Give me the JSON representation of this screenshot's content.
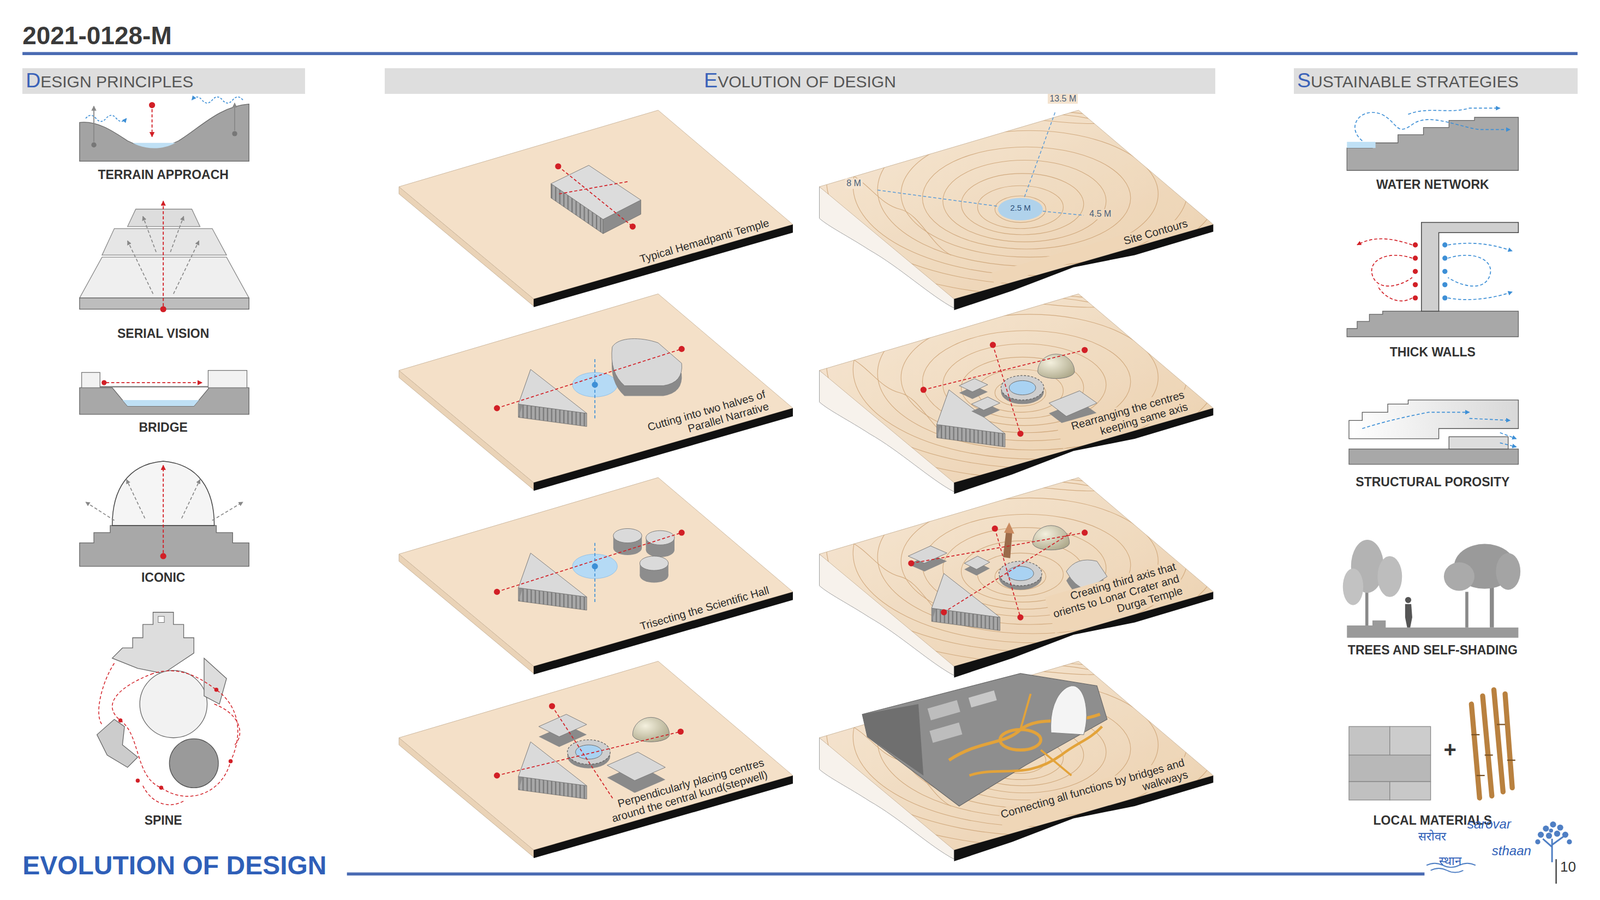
{
  "diagram": {
    "title": "2021-0128-M",
    "caption": "EVOLUTION OF DESIGN",
    "nodes": [
      {
        "text": [
          "DESIGN PRINCIPLES"
        ]
      },
      {
        "text": [
          "EVOLUTION OF DESIGN"
        ]
      },
      {
        "text": [
          "SUSTAINABLE STRATEGIES"
        ]
      }
    ],
    "labels": [
      "TERRAIN APPROACH",
      "SERIAL VISION",
      "BRIDGE",
      "ICONIC",
      "SPINE",
      "Typical Hemadpanti Temple",
      "Cutting into two halves of Parallel Narrative",
      "Trisecting the Scientific Hall",
      "Perpendicularly placing centres around the central kund(stepwell)",
      "13.5 M",
      "8 M",
      "2.5 M",
      "4.5 M",
      "Site Contours",
      "Rearranging the centres keeping same axis",
      "Creating third axis that orients to Lonar Crater and Durga Temple",
      "Connecting all functions by bridges and walkways",
      "WATER NETWORK",
      "THICK WALLS",
      "STRUCTURAL POROSITY",
      "TREES AND SELF-SHADING",
      "LOCAL MATERIALS",
      "+",
      "sarovar",
      "सरोवर",
      "sthaan",
      "स्थान",
      "10"
    ]
  }
}
